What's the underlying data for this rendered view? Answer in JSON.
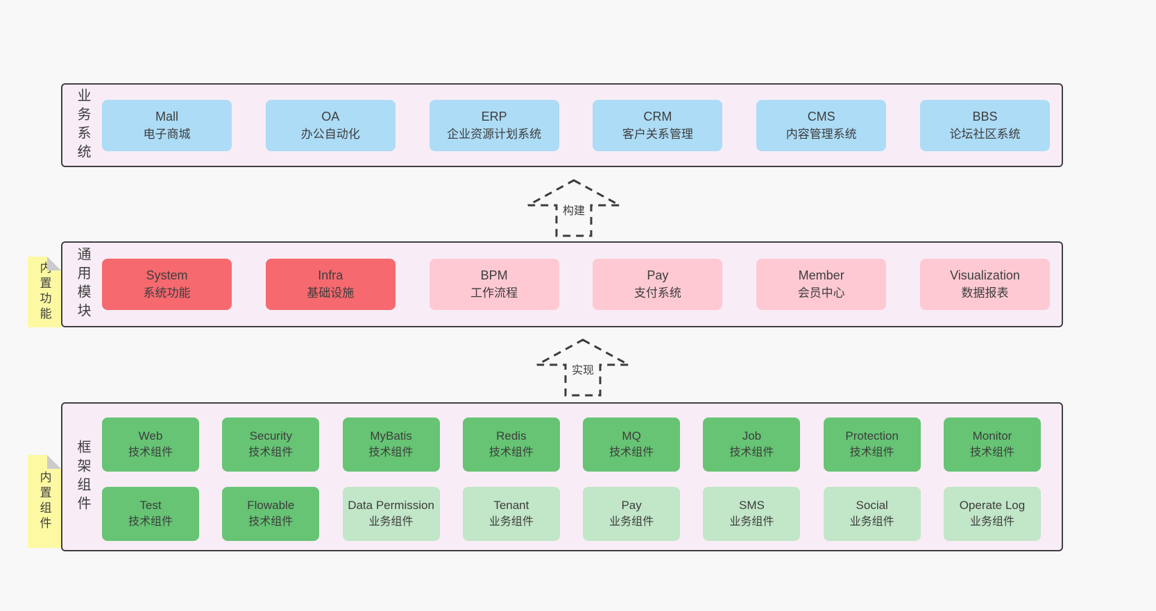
{
  "colors": {
    "page_bg": "#f8f8f8",
    "panel_bg": "#f8edf6",
    "panel_border": "#3f3f3f",
    "box_blue": "#addcf6",
    "box_red": "#f5696f",
    "box_pink": "#fec9d3",
    "box_green_dark": "#66c474",
    "box_green_light": "#c2e6c8",
    "note_yellow": "#fcf9a2",
    "note_fold_gray": "#cbcbcb",
    "text": "#3d3d3d"
  },
  "arrows": [
    {
      "label": "构建"
    },
    {
      "label": "实现"
    }
  ],
  "layers": {
    "business": {
      "label": "业务系统",
      "boxes": [
        {
          "title": "Mall",
          "subtitle": "电子商城"
        },
        {
          "title": "OA",
          "subtitle": "办公自动化"
        },
        {
          "title": "ERP",
          "subtitle": "企业资源计划系统"
        },
        {
          "title": "CRM",
          "subtitle": "客户关系管理"
        },
        {
          "title": "CMS",
          "subtitle": "内容管理系统"
        },
        {
          "title": "BBS",
          "subtitle": "论坛社区系统"
        }
      ]
    },
    "modules": {
      "label": "通用模块",
      "note": "内置功能",
      "boxes": [
        {
          "title": "System",
          "subtitle": "系统功能",
          "variant": "red"
        },
        {
          "title": "Infra",
          "subtitle": "基础设施",
          "variant": "red"
        },
        {
          "title": "BPM",
          "subtitle": "工作流程",
          "variant": "pink"
        },
        {
          "title": "Pay",
          "subtitle": "支付系统",
          "variant": "pink"
        },
        {
          "title": "Member",
          "subtitle": "会员中心",
          "variant": "pink"
        },
        {
          "title": "Visualization",
          "subtitle": "数据报表",
          "variant": "pink"
        }
      ]
    },
    "framework": {
      "label": "框架组件",
      "note": "内置组件",
      "row1": [
        {
          "title": "Web",
          "subtitle": "技术组件",
          "variant": "dark"
        },
        {
          "title": "Security",
          "subtitle": "技术组件",
          "variant": "dark"
        },
        {
          "title": "MyBatis",
          "subtitle": "技术组件",
          "variant": "dark"
        },
        {
          "title": "Redis",
          "subtitle": "技术组件",
          "variant": "dark"
        },
        {
          "title": "MQ",
          "subtitle": "技术组件",
          "variant": "dark"
        },
        {
          "title": "Job",
          "subtitle": "技术组件",
          "variant": "dark"
        },
        {
          "title": "Protection",
          "subtitle": "技术组件",
          "variant": "dark"
        },
        {
          "title": "Monitor",
          "subtitle": "技术组件",
          "variant": "dark"
        }
      ],
      "row2": [
        {
          "title": "Test",
          "subtitle": "技术组件",
          "variant": "dark"
        },
        {
          "title": "Flowable",
          "subtitle": "技术组件",
          "variant": "dark"
        },
        {
          "title": "Data Permission",
          "subtitle": "业务组件",
          "variant": "light"
        },
        {
          "title": "Tenant",
          "subtitle": "业务组件",
          "variant": "light"
        },
        {
          "title": "Pay",
          "subtitle": "业务组件",
          "variant": "light"
        },
        {
          "title": "SMS",
          "subtitle": "业务组件",
          "variant": "light"
        },
        {
          "title": "Social",
          "subtitle": "业务组件",
          "variant": "light"
        },
        {
          "title": "Operate Log",
          "subtitle": "业务组件",
          "variant": "light"
        }
      ]
    }
  }
}
